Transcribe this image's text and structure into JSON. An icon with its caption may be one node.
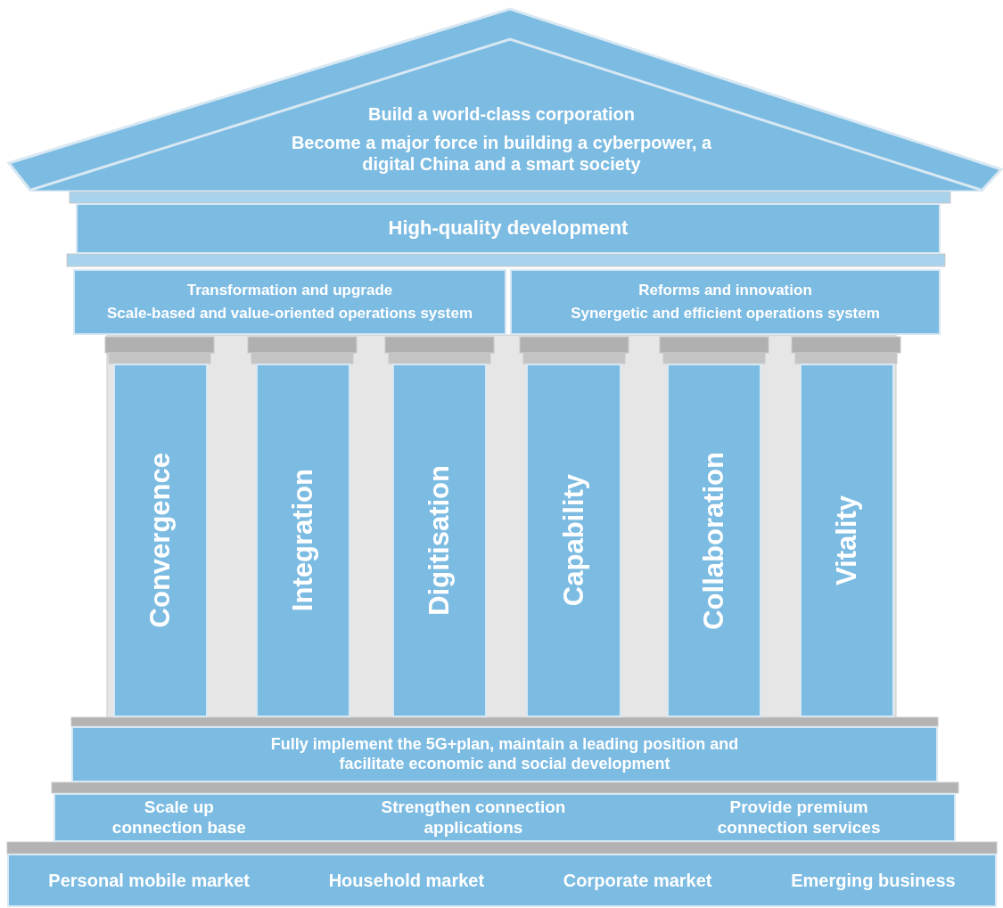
{
  "diagram": {
    "nodes": [
      {
        "text": [
          "Build a world-class corporation",
          "Become a major force in building a cyberpower, a digital China and a smart society"
        ]
      },
      {
        "text": [
          "High-quality development"
        ]
      },
      {
        "text": [
          "Transformation and upgrade",
          "Scale-based and value-oriented operations system"
        ]
      },
      {
        "text": [
          "Reforms and innovation",
          "Synergetic and efficient operations system"
        ]
      },
      {
        "text": [
          "Convergence"
        ]
      },
      {
        "text": [
          "Integration"
        ]
      },
      {
        "text": [
          "Digitisation"
        ]
      },
      {
        "text": [
          "Capability"
        ]
      },
      {
        "text": [
          "Collaboration"
        ]
      },
      {
        "text": [
          "Vitality"
        ]
      },
      {
        "text": [
          "Fully implement the 5G+plan, maintain a leading position and facilitate economic and social development"
        ]
      },
      {
        "text": [
          "Scale up connection base",
          "Strengthen connection applications",
          "Provide premium connection services"
        ]
      },
      {
        "text": [
          "Personal mobile market",
          "Household market",
          "Corporate market",
          "Emerging business"
        ]
      }
    ]
  }
}
